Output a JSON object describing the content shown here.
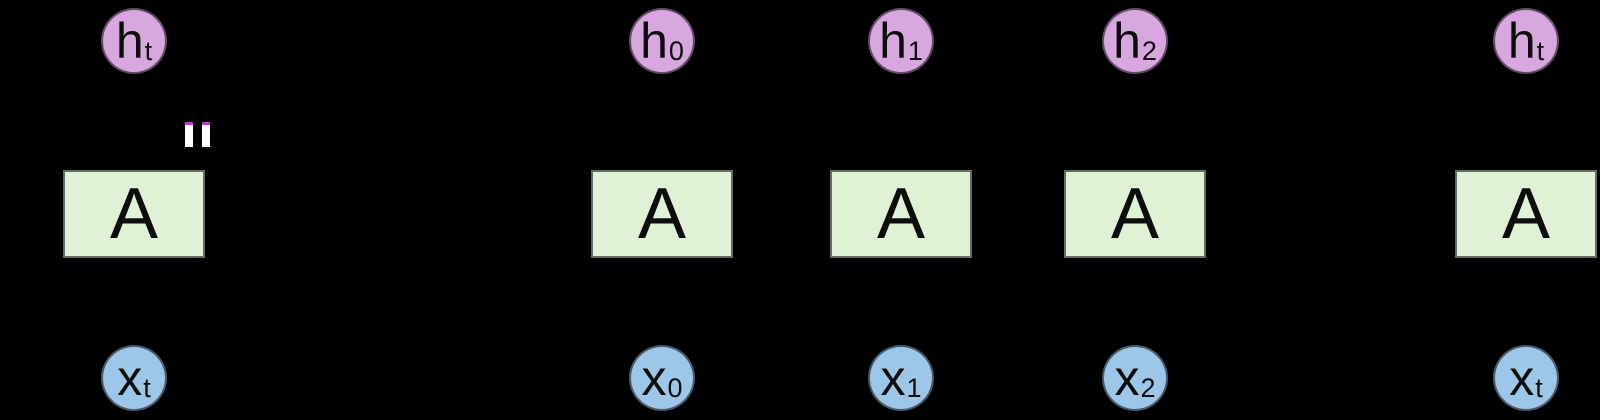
{
  "colors": {
    "background": "#000000",
    "hidden_state_fill": "#d9a7e0",
    "input_fill": "#9cc7e8",
    "cell_fill": "#e0f1d6",
    "label_text": "#0d0d0d",
    "artifact_white": "#ffffff",
    "artifact_magenta": "#c535d8"
  },
  "columns": [
    {
      "hidden": {
        "main": "h",
        "sub": "t"
      },
      "cell": "A",
      "input": {
        "main": "x",
        "sub": "t"
      }
    },
    {
      "hidden": {
        "main": "h",
        "sub": "0"
      },
      "cell": "A",
      "input": {
        "main": "x",
        "sub": "0"
      }
    },
    {
      "hidden": {
        "main": "h",
        "sub": "1"
      },
      "cell": "A",
      "input": {
        "main": "x",
        "sub": "1"
      }
    },
    {
      "hidden": {
        "main": "h",
        "sub": "2"
      },
      "cell": "A",
      "input": {
        "main": "x",
        "sub": "2"
      }
    },
    {
      "hidden": {
        "main": "h",
        "sub": "t"
      },
      "cell": "A",
      "input": {
        "main": "x",
        "sub": "t"
      }
    }
  ]
}
